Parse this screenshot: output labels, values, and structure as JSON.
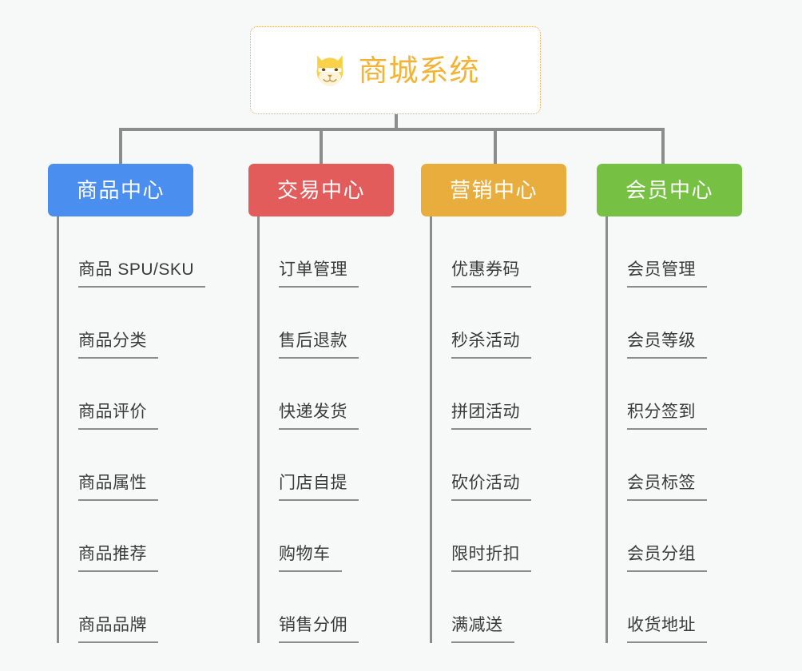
{
  "page": {
    "background_color": "#f7f8f8",
    "type": "mindmap-tree"
  },
  "root": {
    "title": "商城系统",
    "icon": "shiba-dog-icon",
    "border_color": "#e9ab3f",
    "text_color": "#f3b335",
    "background_color": "#ffffff"
  },
  "connector": {
    "color": "#8c8c8c"
  },
  "branches": [
    {
      "title": "商品中心",
      "color": "#4a8ef0",
      "items": [
        "商品 SPU/SKU",
        "商品分类",
        "商品评价",
        "商品属性",
        "商品推荐",
        "商品品牌"
      ]
    },
    {
      "title": "交易中心",
      "color": "#e25c5c",
      "items": [
        "订单管理",
        "售后退款",
        "快递发货",
        "门店自提",
        "购物车",
        "销售分佣"
      ]
    },
    {
      "title": "营销中心",
      "color": "#e8ad3d",
      "items": [
        "优惠券码",
        "秒杀活动",
        "拼团活动",
        "砍价活动",
        "限时折扣",
        "满减送"
      ]
    },
    {
      "title": "会员中心",
      "color": "#76c144",
      "items": [
        "会员管理",
        "会员等级",
        "积分签到",
        "会员标签",
        "会员分组",
        "收货地址"
      ]
    }
  ]
}
